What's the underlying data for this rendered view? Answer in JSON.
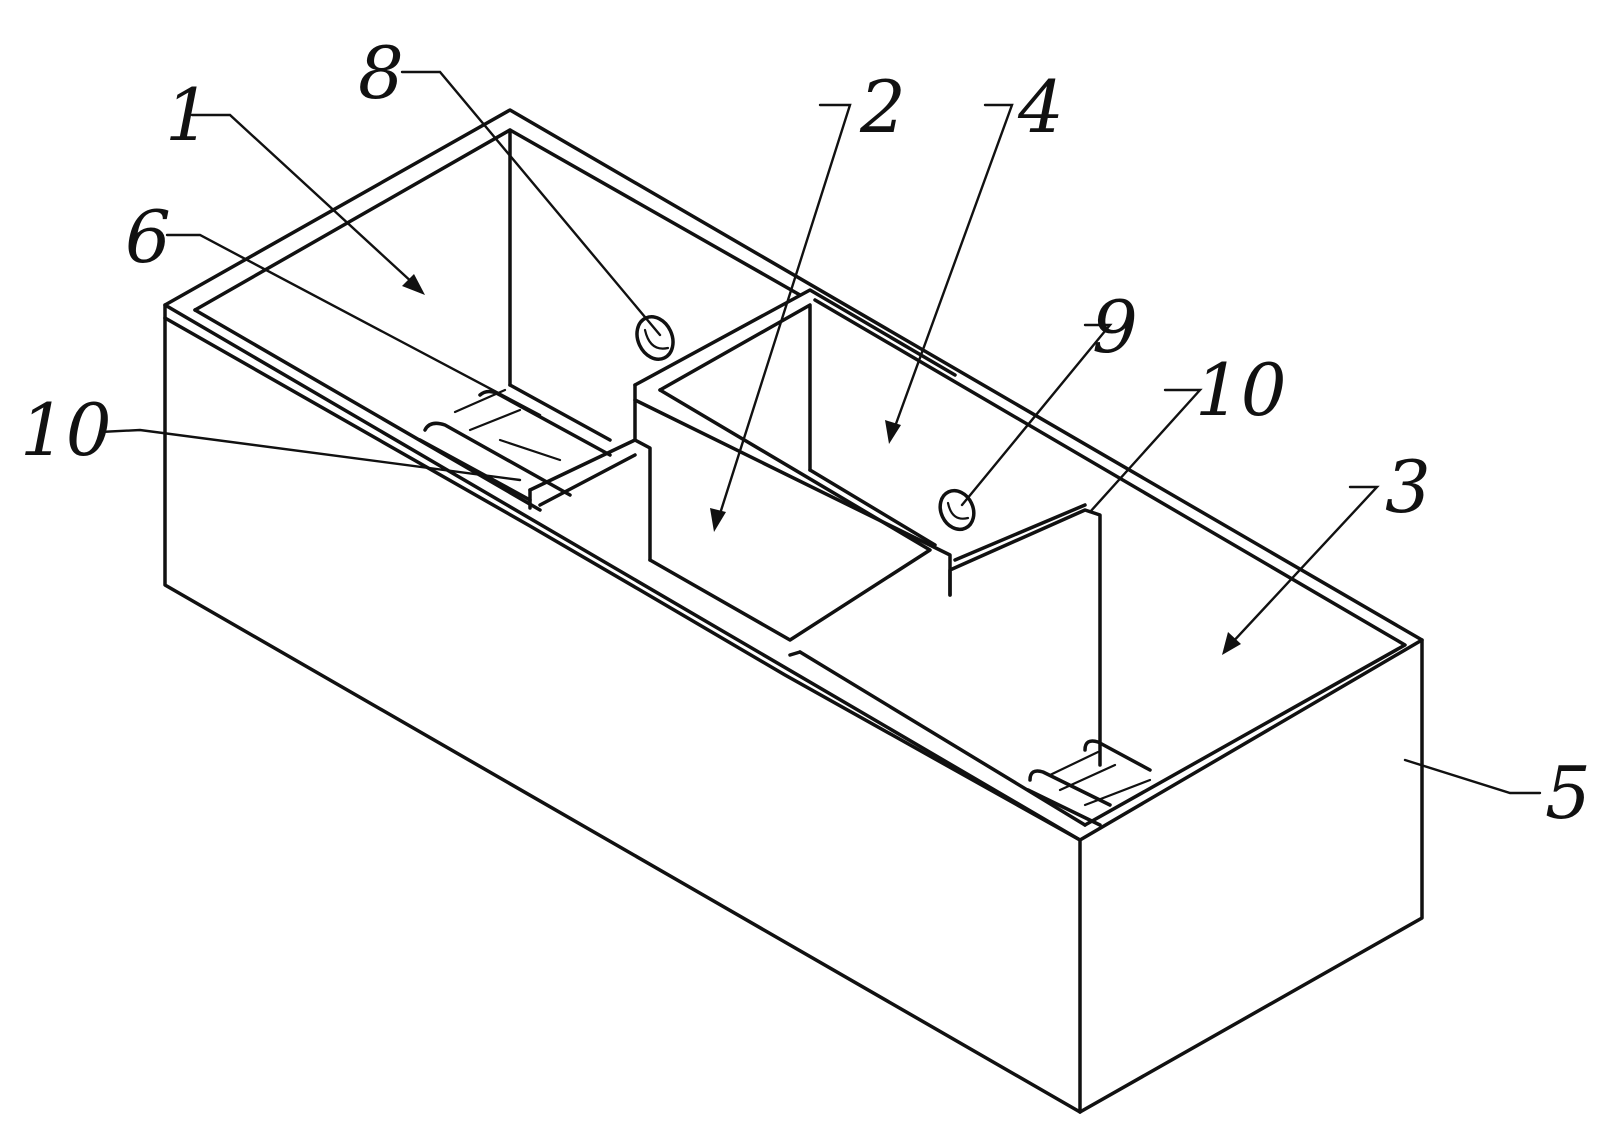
{
  "colors": {
    "line": "#111111",
    "background": "#ffffff"
  },
  "callouts": {
    "c1": "1",
    "c2": "2",
    "c3": "3",
    "c4": "4",
    "c5": "5",
    "c6": "6",
    "c8": "8",
    "c9": "9",
    "c10_left": "10",
    "c10_right": "10"
  }
}
